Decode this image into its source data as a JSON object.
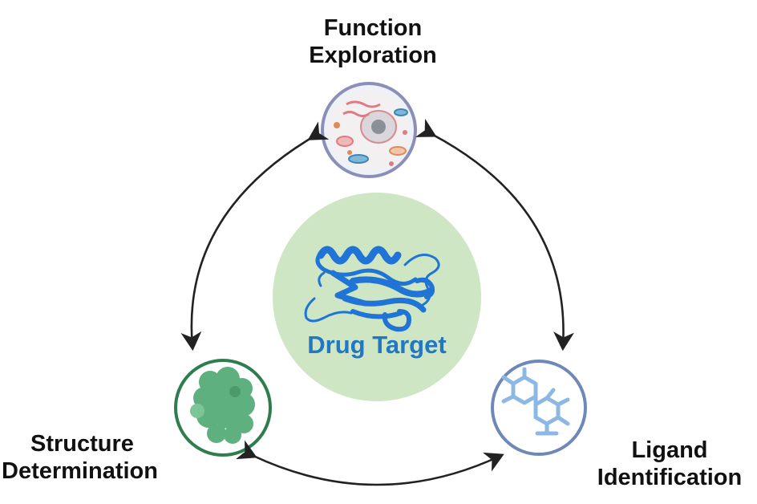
{
  "center": {
    "title": "Drug Target"
  },
  "nodes": {
    "function": {
      "line1": "Function",
      "line2": "Exploration",
      "ring_color": "#8b8fb8"
    },
    "structure": {
      "line1": "Structure",
      "line2": "Determination",
      "ring_color": "#2e7d4f"
    },
    "ligand": {
      "line1": "Ligand",
      "line2": "Identification",
      "ring_color": "#6e88b8"
    }
  },
  "colors": {
    "center_fill": "#cfe6c4",
    "protein": "#1f74d6",
    "arrow": "#222222",
    "cell_fill": "#e8eef7",
    "structure_fill": "#5fb07f",
    "ligand_fill": "#8eb8e4"
  }
}
